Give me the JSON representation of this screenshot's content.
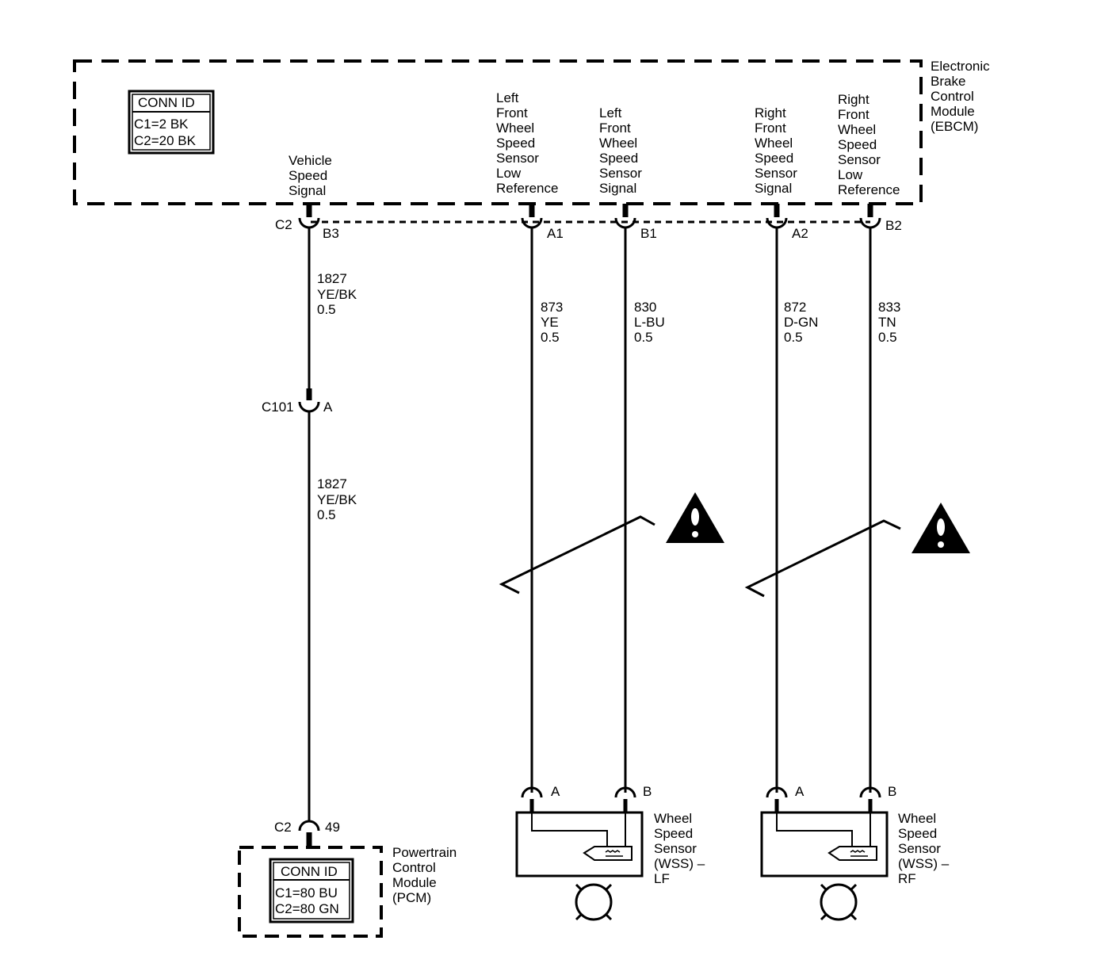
{
  "ebcm": {
    "name_lines": [
      "Electronic",
      "Brake",
      "Control",
      "Module",
      "(EBCM)"
    ],
    "conn_id": {
      "title": "CONN ID",
      "lines": [
        "C1=2 BK",
        "C2=20 BK"
      ]
    },
    "pins": [
      {
        "id": "vss",
        "label_lines": [
          "Vehicle",
          "Speed",
          "Signal"
        ],
        "connector": "C2",
        "pin": "B3"
      },
      {
        "id": "lf-low",
        "label_lines": [
          "Left",
          "Front",
          "Wheel",
          "Speed",
          "Sensor",
          "Low",
          "Reference"
        ],
        "pin": "A1"
      },
      {
        "id": "lf-sig",
        "label_lines": [
          "Left",
          "Front",
          "Wheel",
          "Speed",
          "Sensor",
          "Signal"
        ],
        "pin": "B1"
      },
      {
        "id": "rf-sig",
        "label_lines": [
          "Right",
          "Front",
          "Wheel",
          "Speed",
          "Sensor",
          "Signal"
        ],
        "pin": "A2"
      },
      {
        "id": "rf-low",
        "label_lines": [
          "Right",
          "Front",
          "Wheel",
          "Speed",
          "Sensor",
          "Low",
          "Reference"
        ],
        "pin": "B2"
      }
    ]
  },
  "wires": {
    "vss_upper": [
      "1827",
      "YE/BK",
      "0.5"
    ],
    "vss_lower": [
      "1827",
      "YE/BK",
      "0.5"
    ],
    "lf_low": [
      "873",
      "YE",
      "0.5"
    ],
    "lf_sig": [
      "830",
      "L-BU",
      "0.5"
    ],
    "rf_sig": [
      "872",
      "D-GN",
      "0.5"
    ],
    "rf_low": [
      "833",
      "TN",
      "0.5"
    ]
  },
  "inline_connector": {
    "name": "C101",
    "pin": "A"
  },
  "pcm": {
    "connector": "C2",
    "pin": "49",
    "name_lines": [
      "Powertrain",
      "Control",
      "Module",
      "(PCM)"
    ],
    "conn_id": {
      "title": "CONN ID",
      "lines": [
        "C1=80 BU",
        "C2=80 GN"
      ]
    }
  },
  "sensors": [
    {
      "id": "lf",
      "pin_a": "A",
      "pin_b": "B",
      "name_lines": [
        "Wheel",
        "Speed",
        "Sensor",
        "(WSS) –",
        "LF"
      ]
    },
    {
      "id": "rf",
      "pin_a": "A",
      "pin_b": "B",
      "name_lines": [
        "Wheel",
        "Speed",
        "Sensor",
        "(WSS) –",
        "RF"
      ]
    }
  ],
  "icons": [
    "twisted-pair-icon",
    "caution-icon",
    "wheel-speed-sensor-icon",
    "tone-wheel-icon"
  ]
}
